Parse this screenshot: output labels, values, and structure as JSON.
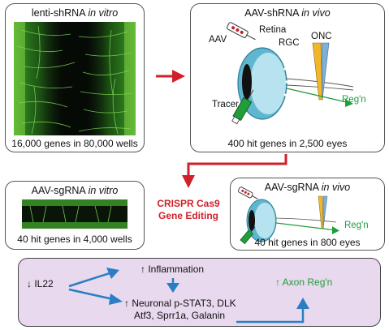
{
  "panel_top_left": {
    "title": "lenti-shRNA",
    "title_qualifier": "in vitro",
    "caption": "16,000 genes in 80,000 wells"
  },
  "panel_top_right": {
    "title": "AAV-shRNA",
    "title_qualifier": "in vivo",
    "labels": {
      "aav": "AAV",
      "retina": "Retina",
      "rgc": "RGC",
      "onc": "ONC",
      "tracer": "Tracer",
      "regn": "Reg'n"
    },
    "caption": "400 hit genes in 2,500 eyes"
  },
  "panel_mid_left": {
    "title": "AAV-sgRNA",
    "title_qualifier": "in vitro",
    "caption": "40 hit genes in 4,000 wells"
  },
  "panel_mid_right": {
    "title": "AAV-sgRNA",
    "title_qualifier": "in vivo",
    "labels": {
      "regn": "Reg'n"
    },
    "caption": "40 hit genes in 800 eyes"
  },
  "crispr": {
    "line1": "CRISPR Cas9",
    "line2": "Gene Editing"
  },
  "pathway": {
    "il22": "IL22",
    "inflammation": "Inflammation",
    "neuronal_line1": "Neuronal p-STAT3, DLK",
    "neuronal_line2": "Atf3, Sprr1a, Galanin",
    "axon_regn": "Axon Reg'n",
    "down_arrow": "↓",
    "up_arrow": "↑"
  },
  "colors": {
    "red_arrow": "#d0202a",
    "blue_arrow": "#2a7fc4",
    "green": "#1f9e3a",
    "pathway_bg": "#e8d9ee",
    "eye": "#5fb7cf"
  }
}
